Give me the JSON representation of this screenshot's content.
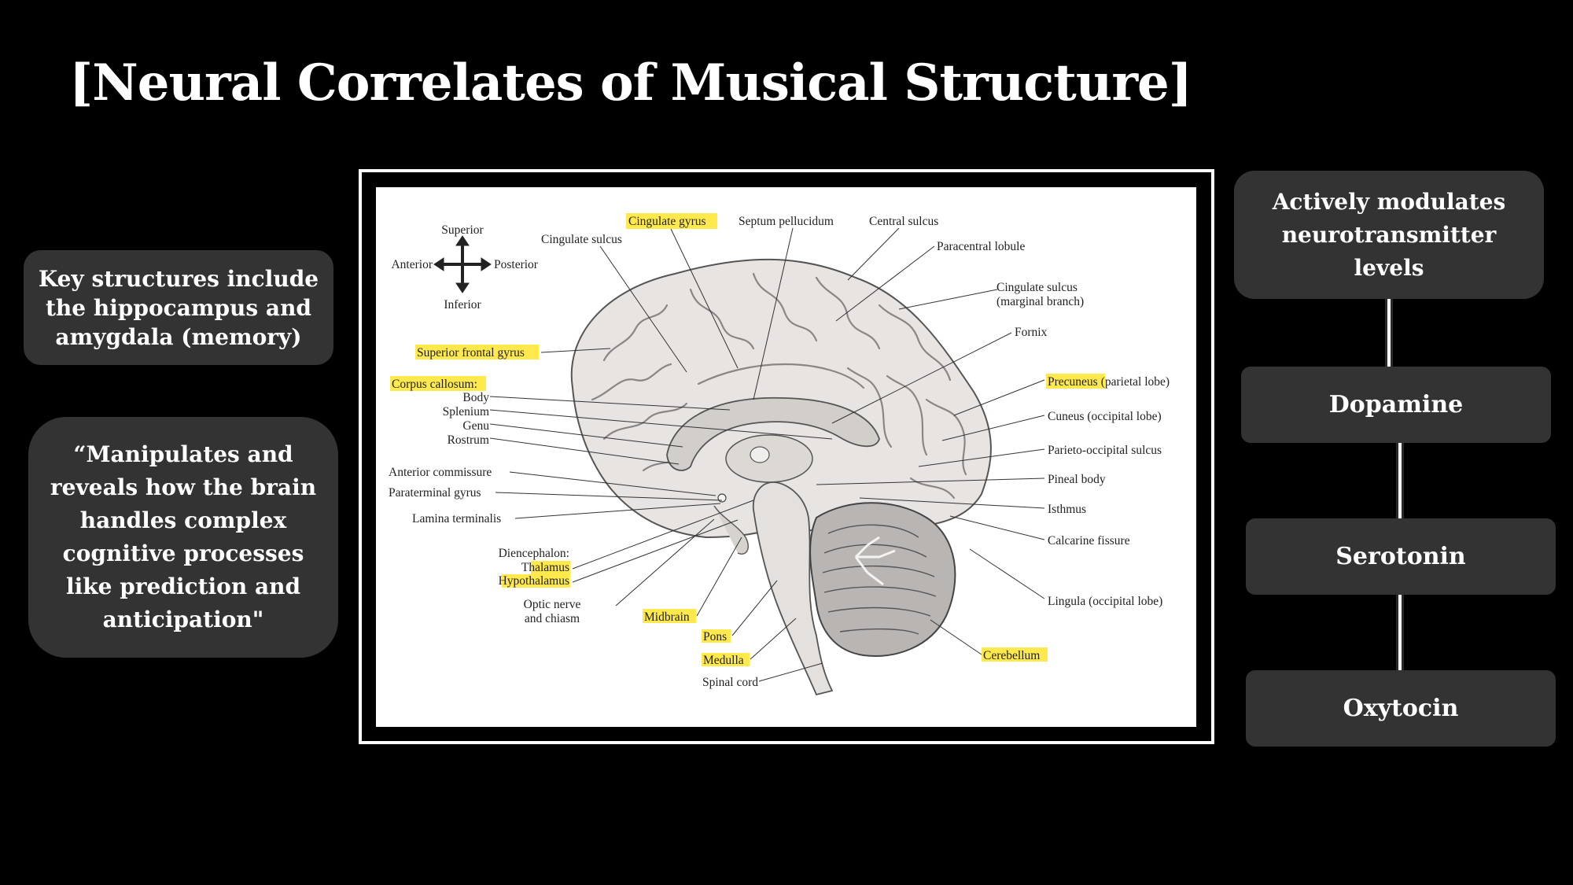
{
  "slide": {
    "title": "[Neural Correlates of Musical Structure]"
  },
  "left_cards": {
    "key_structures": "Key structures include the hippocampus and amygdala (memory)",
    "quote": "“Manipulates and reveals how the brain handles complex cognitive processes like prediction and anticipation\""
  },
  "right_flow": {
    "header": "Actively modulates neurotransmitter levels",
    "items": [
      "Dopamine",
      "Serotonin",
      "Oxytocin"
    ]
  },
  "diagram": {
    "compass": {
      "superior": "Superior",
      "inferior": "Inferior",
      "anterior": "Anterior",
      "posterior": "Posterior"
    },
    "highlight_color": "#ffe94d",
    "labels": {
      "cingulate_gyrus": "Cingulate gyrus",
      "septum_pellucidum": "Septum pellucidum",
      "central_sulcus": "Central sulcus",
      "cingulate_sulcus": "Cingulate sulcus",
      "paracentral_lobule": "Paracentral lobule",
      "cingulate_sulcus_marginal": "Cingulate sulcus",
      "marginal_branch": "(marginal branch)",
      "fornix": "Fornix",
      "superior_frontal_gyrus": "Superior frontal gyrus",
      "corpus_callosum": "Corpus callosum",
      "corpus_callosum_colon": ":",
      "body": "Body",
      "splenium": "Splenium",
      "genu": "Genu",
      "rostrum": "Rostrum",
      "precuneus": "Precuneus",
      "parietal_lobe": "(parietal lobe)",
      "cuneus": "Cuneus (occipital lobe)",
      "parieto_occipital_sulcus": "Parieto-occipital sulcus",
      "anterior_commissure": "Anterior commissure",
      "pineal_body": "Pineal body",
      "paraterminal_gyrus": "Paraterminal gyrus",
      "isthmus": "Isthmus",
      "lamina_terminalis": "Lamina terminalis",
      "calcarine_fissure": "Calcarine fissure",
      "diencephalon": "Diencephalon:",
      "thalamus": "Thalamus",
      "hypothalamus": "Hypothalamus",
      "lingula": "Lingula (occipital lobe)",
      "optic_nerve": "Optic nerve",
      "and_chiasm": "and chiasm",
      "midbrain": "Midbrain",
      "pons": "Pons",
      "medulla": "Medulla",
      "cerebellum": "Cerebellum",
      "spinal_cord": "Spinal cord"
    }
  }
}
